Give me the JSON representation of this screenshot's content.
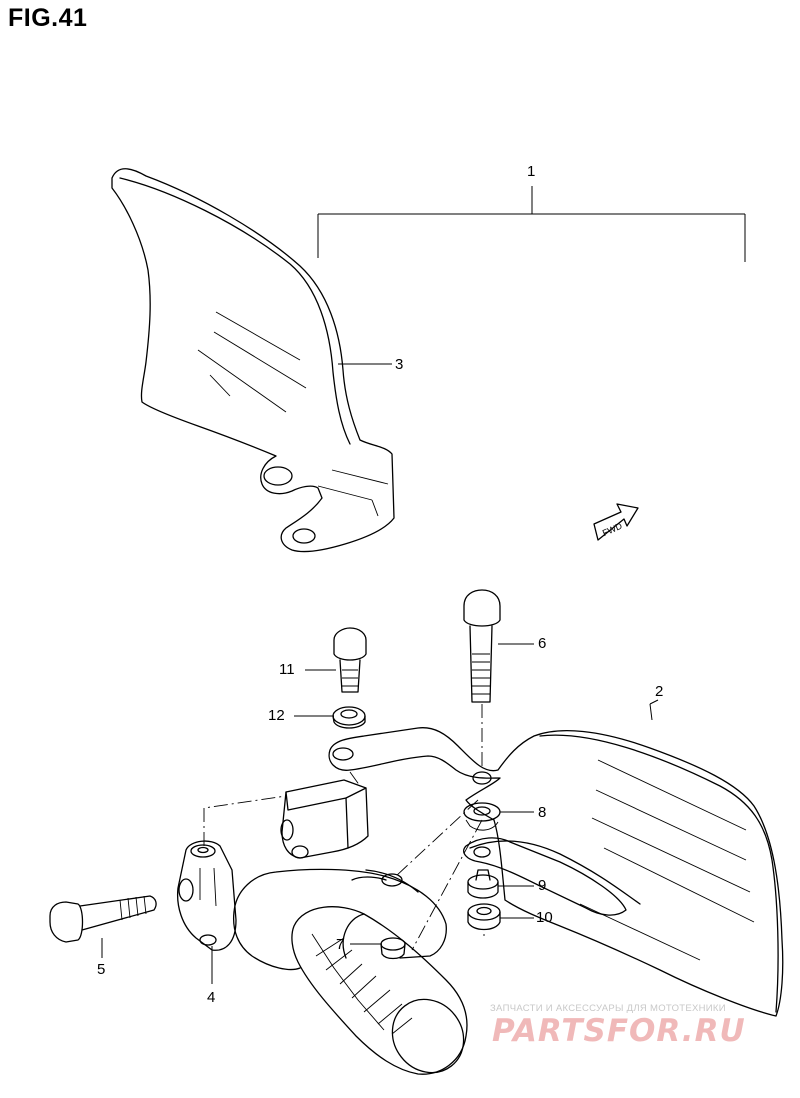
{
  "figure": {
    "title": "FIG.41"
  },
  "callouts": [
    {
      "id": "1",
      "label": "1"
    },
    {
      "id": "2",
      "label": "2"
    },
    {
      "id": "3",
      "label": "3"
    },
    {
      "id": "4",
      "label": "4"
    },
    {
      "id": "5",
      "label": "5"
    },
    {
      "id": "6",
      "label": "6"
    },
    {
      "id": "7",
      "label": "7"
    },
    {
      "id": "8",
      "label": "8"
    },
    {
      "id": "9",
      "label": "9"
    },
    {
      "id": "10",
      "label": "10"
    },
    {
      "id": "11",
      "label": "11"
    },
    {
      "id": "12",
      "label": "12"
    }
  ],
  "fwd_marker": {
    "label": "FWD"
  },
  "watermark": {
    "line1": "ЗАПЧАСТИ И АКСЕССУАРЫ ДЛЯ МОТОТЕХНИКИ",
    "line2": "PARTSFOR.RU",
    "color": "#e05555"
  }
}
